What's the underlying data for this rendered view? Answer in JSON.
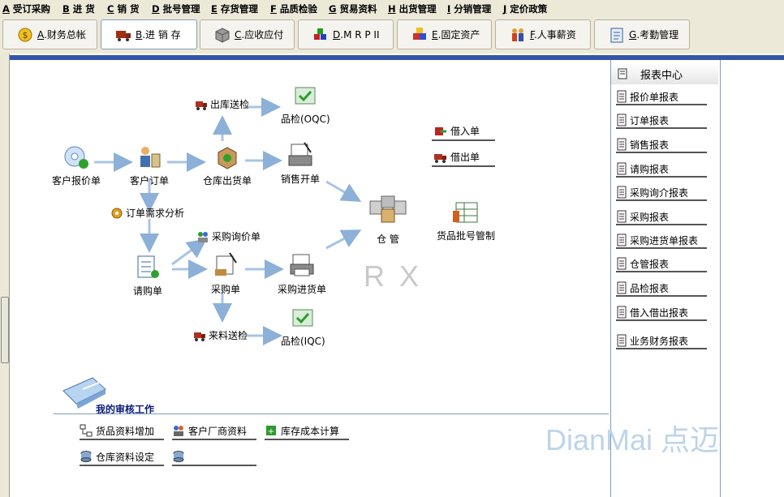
{
  "menu": [
    {
      "key": "A",
      "label": "受订采购"
    },
    {
      "key": "B",
      "label": "进  货"
    },
    {
      "key": "C",
      "label": "销  货"
    },
    {
      "key": "D",
      "label": "批号管理"
    },
    {
      "key": "E",
      "label": "存货管理"
    },
    {
      "key": "F",
      "label": "品质检验"
    },
    {
      "key": "G",
      "label": "贸易资料"
    },
    {
      "key": "H",
      "label": "出货管理"
    },
    {
      "key": "I",
      "label": "分销管理"
    },
    {
      "key": "J",
      "label": "定价政策"
    }
  ],
  "tabs": [
    {
      "key": "A",
      "label": ".财务总帐"
    },
    {
      "key": "B",
      "label": ".进 销 存"
    },
    {
      "key": "C",
      "label": ".应收应付"
    },
    {
      "key": "D",
      "label": ".M R P II"
    },
    {
      "key": "E",
      "label": ".固定资产"
    },
    {
      "key": "F",
      "label": ".人事薪资"
    },
    {
      "key": "G",
      "label": ".考勤管理"
    }
  ],
  "flow": {
    "customer_quote": "客户报价单",
    "customer_order": "客户订单",
    "warehouse_out": "仓库出货单",
    "sales_invoice": "销售开单",
    "outbound_inspection": "出库送检",
    "qc_out": "品检(OQC)",
    "order_demand": "订单需求分析",
    "purchase_request": "请购单",
    "purchase_inquiry": "采购询价单",
    "purchase_order": "采购单",
    "purchase_receipt": "采购进货单",
    "incoming_inspection": "来料送检",
    "qc_in": "品检(IQC)",
    "warehouse": "仓  管",
    "borrow_in": "借入单",
    "lend_out": "借出单",
    "batch_control": "货品批号管制"
  },
  "watermark_rx": "R X",
  "watermark_brand": "DianMai 点迈",
  "report_center": {
    "title": "报表中心",
    "items": [
      "报价单报表",
      "订单报表",
      "销售报表",
      "请购报表",
      "采购询介报表",
      "采购报表",
      "采购进货单报表",
      "仓管报表",
      "品检报表",
      "借入借出报表",
      "业务财务报表"
    ]
  },
  "audit": {
    "title": "我的审核工作",
    "tasks": [
      "货品资料增加",
      "客户厂商资料",
      "库存成本计算",
      "仓库资料设定",
      ""
    ]
  }
}
